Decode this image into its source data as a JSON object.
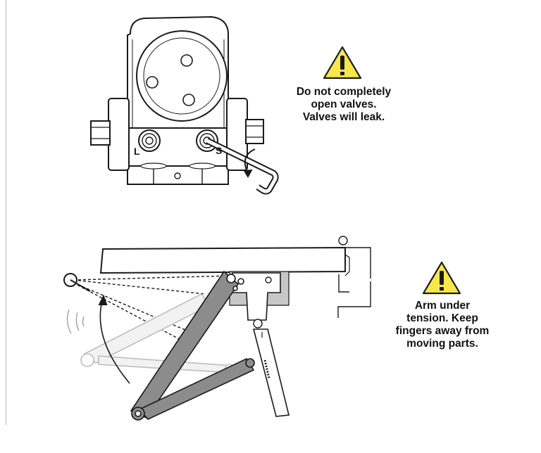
{
  "warnings": {
    "valve": {
      "lines": [
        "Do not completely",
        "open valves.",
        "Valves will leak."
      ],
      "icon": "warning-triangle-icon",
      "icon_color": "#f7e84a"
    },
    "arm": {
      "lines": [
        "Arm under",
        "tension. Keep",
        "fingers away from",
        "moving parts."
      ],
      "icon": "warning-triangle-icon",
      "icon_color": "#f7e84a"
    }
  },
  "valve_labels": {
    "left": "L",
    "right": "S"
  },
  "colors": {
    "arm_fill": "#8c8c8c",
    "ghost_arm": "#c8c8c8",
    "line": "#1a1a1a"
  }
}
